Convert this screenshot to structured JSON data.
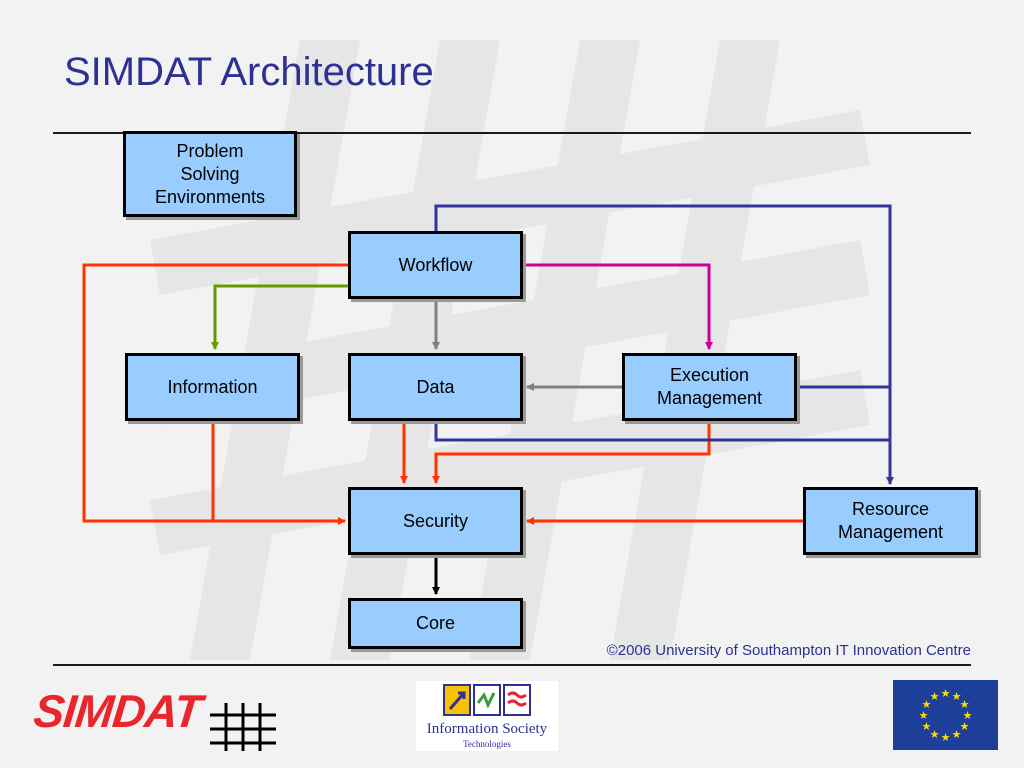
{
  "slide": {
    "title": "SIMDAT Architecture",
    "copyright": "©2006 University of Southampton IT Innovation Centre"
  },
  "boxes": {
    "pse": "Problem\nSolving\nEnvironments",
    "workflow": "Workflow",
    "information": "Information",
    "data": "Data",
    "execution": "Execution\nManagement",
    "security": "Security",
    "resource": "Resource\nManagement",
    "core": "Core"
  },
  "logos": {
    "simdat": "SIMDAT",
    "ist_name": "Information Society",
    "ist_sub": "Technologies"
  },
  "colors": {
    "title": "#2e3192",
    "box_fill": "#99ccff",
    "orange_arrow": "#ff3300",
    "blue_arrow": "#333399",
    "magenta_arrow": "#cc0099",
    "green_arrow": "#669900",
    "gray_arrow": "#808080",
    "black_arrow": "#000000",
    "eu_blue": "#1d3f99",
    "eu_star": "#ffdd00",
    "simdat_red": "#e8262c"
  }
}
